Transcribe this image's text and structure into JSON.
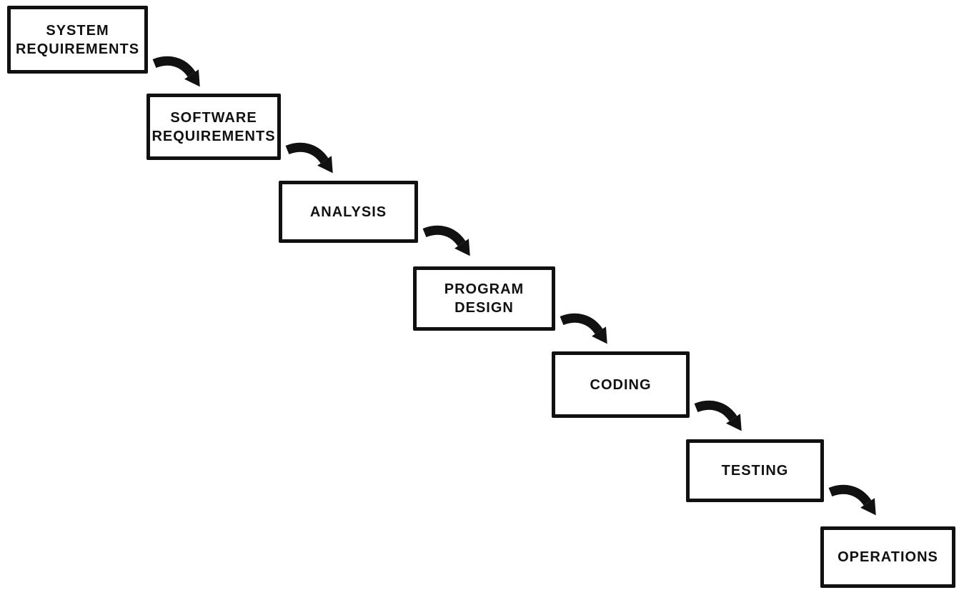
{
  "diagram": {
    "type": "flowchart",
    "name": "waterfall-model-cascade",
    "colors": {
      "ink": "#111111",
      "background": "#ffffff"
    },
    "icons": {
      "connector": "curved-arrow-down-right-icon"
    },
    "stages": [
      {
        "label": "SYSTEM REQUIREMENTS",
        "lines": [
          "SYSTEM",
          "REQUIREMENTS"
        ]
      },
      {
        "label": "SOFTWARE REQUIREMENTS",
        "lines": [
          "SOFTWARE",
          "REQUIREMENTS"
        ]
      },
      {
        "label": "ANALYSIS",
        "lines": [
          "ANALYSIS"
        ]
      },
      {
        "label": "PROGRAM DESIGN",
        "lines": [
          "PROGRAM",
          "DESIGN"
        ]
      },
      {
        "label": "CODING",
        "lines": [
          "CODING"
        ]
      },
      {
        "label": "TESTING",
        "lines": [
          "TESTING"
        ]
      },
      {
        "label": "OPERATIONS",
        "lines": [
          "OPERATIONS"
        ]
      }
    ],
    "connections": [
      {
        "from": "SYSTEM REQUIREMENTS",
        "to": "SOFTWARE REQUIREMENTS"
      },
      {
        "from": "SOFTWARE REQUIREMENTS",
        "to": "ANALYSIS"
      },
      {
        "from": "ANALYSIS",
        "to": "PROGRAM DESIGN"
      },
      {
        "from": "PROGRAM DESIGN",
        "to": "CODING"
      },
      {
        "from": "CODING",
        "to": "TESTING"
      },
      {
        "from": "TESTING",
        "to": "OPERATIONS"
      }
    ]
  }
}
